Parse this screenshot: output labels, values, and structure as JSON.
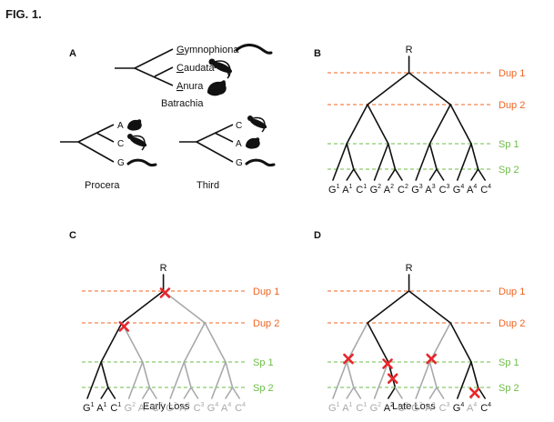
{
  "figure": {
    "title": "FIG. 1.",
    "colors": {
      "ink": "#111111",
      "lost": "#a7a9ac",
      "dup": "#f26522",
      "sp": "#6cbd45",
      "loss_mark": "#e8262c"
    },
    "panels": {
      "a": {
        "letter": "A",
        "top_tree": {
          "taxa": [
            {
              "initial": "G",
              "rest": "ymnophiona",
              "icon": "caecilian-icon"
            },
            {
              "initial": "C",
              "rest": "audata",
              "icon": "salamander-icon"
            },
            {
              "initial": "A",
              "rest": "nura",
              "icon": "frog-icon"
            }
          ],
          "caption": "Batrachia"
        },
        "procera": {
          "tips": [
            "A",
            "C",
            "G"
          ],
          "caption": "Procera"
        },
        "third": {
          "tips": [
            "C",
            "A",
            "G"
          ],
          "caption": "Third"
        }
      },
      "b": {
        "letter": "B",
        "root": "R",
        "lines": [
          {
            "label": "Dup 1",
            "kind": "dup"
          },
          {
            "label": "Dup 2",
            "kind": "dup"
          },
          {
            "label": "Sp 1",
            "kind": "sp"
          },
          {
            "label": "Sp 2",
            "kind": "sp"
          }
        ],
        "tips": [
          {
            "letter": "G",
            "num": "1"
          },
          {
            "letter": "A",
            "num": "1"
          },
          {
            "letter": "C",
            "num": "1"
          },
          {
            "letter": "G",
            "num": "2"
          },
          {
            "letter": "A",
            "num": "2"
          },
          {
            "letter": "C",
            "num": "2"
          },
          {
            "letter": "G",
            "num": "3"
          },
          {
            "letter": "A",
            "num": "3"
          },
          {
            "letter": "C",
            "num": "3"
          },
          {
            "letter": "G",
            "num": "4"
          },
          {
            "letter": "A",
            "num": "4"
          },
          {
            "letter": "C",
            "num": "4"
          }
        ]
      },
      "c": {
        "letter": "C",
        "root": "R",
        "caption": "Early Loss",
        "lines": [
          {
            "label": "Dup 1",
            "kind": "dup"
          },
          {
            "label": "Dup 2",
            "kind": "dup"
          },
          {
            "label": "Sp 1",
            "kind": "sp"
          },
          {
            "label": "Sp 2",
            "kind": "sp"
          }
        ],
        "tips": [
          {
            "letter": "G",
            "num": "1",
            "lost": false
          },
          {
            "letter": "A",
            "num": "1",
            "lost": false
          },
          {
            "letter": "C",
            "num": "1",
            "lost": false
          },
          {
            "letter": "G",
            "num": "2",
            "lost": true
          },
          {
            "letter": "A",
            "num": "2",
            "lost": true
          },
          {
            "letter": "C",
            "num": "2",
            "lost": true
          },
          {
            "letter": "G",
            "num": "3",
            "lost": true
          },
          {
            "letter": "A",
            "num": "3",
            "lost": true
          },
          {
            "letter": "C",
            "num": "3",
            "lost": true
          },
          {
            "letter": "G",
            "num": "4",
            "lost": true
          },
          {
            "letter": "A",
            "num": "4",
            "lost": true
          },
          {
            "letter": "C",
            "num": "4",
            "lost": true
          }
        ]
      },
      "d": {
        "letter": "D",
        "root": "R",
        "caption": "Late Loss",
        "lines": [
          {
            "label": "Dup 1",
            "kind": "dup"
          },
          {
            "label": "Dup 2",
            "kind": "dup"
          },
          {
            "label": "Sp 1",
            "kind": "sp"
          },
          {
            "label": "Sp 2",
            "kind": "sp"
          }
        ],
        "tips": [
          {
            "letter": "G",
            "num": "1",
            "lost": true
          },
          {
            "letter": "A",
            "num": "1",
            "lost": true
          },
          {
            "letter": "C",
            "num": "1",
            "lost": true
          },
          {
            "letter": "G",
            "num": "2",
            "lost": true
          },
          {
            "letter": "A",
            "num": "2",
            "lost": false
          },
          {
            "letter": "C",
            "num": "2",
            "lost": true
          },
          {
            "letter": "G",
            "num": "3",
            "lost": true
          },
          {
            "letter": "A",
            "num": "3",
            "lost": true
          },
          {
            "letter": "C",
            "num": "3",
            "lost": true
          },
          {
            "letter": "G",
            "num": "4",
            "lost": false
          },
          {
            "letter": "A",
            "num": "4",
            "lost": true
          },
          {
            "letter": "C",
            "num": "4",
            "lost": false
          }
        ]
      }
    }
  }
}
